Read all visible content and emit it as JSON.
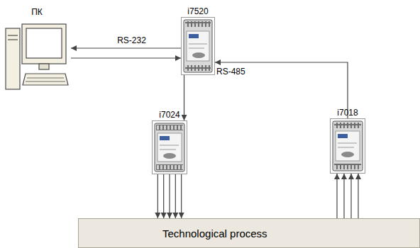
{
  "diagram": {
    "nodes": [
      {
        "text": [
          "ПК"
        ]
      },
      {
        "text": [
          "i7520"
        ]
      },
      {
        "text": [
          "i7024"
        ]
      },
      {
        "text": [
          "i7018"
        ]
      },
      {
        "text": [
          "Technological process"
        ]
      }
    ],
    "edges": [
      {
        "from": 1,
        "to": 0,
        "arrow": "to",
        "label": "RS-232"
      },
      {
        "from": 0,
        "to": 1,
        "arrow": "to"
      },
      {
        "from": 1,
        "to": 2,
        "arrow": "to"
      },
      {
        "from": 3,
        "to": 1,
        "arrow": "to"
      },
      {
        "from": 2,
        "to": 4,
        "arrow": "to"
      },
      {
        "from": 2,
        "to": 4,
        "arrow": "to"
      },
      {
        "from": 2,
        "to": 4,
        "arrow": "to"
      },
      {
        "from": 2,
        "to": 4,
        "arrow": "to"
      },
      {
        "from": 2,
        "to": 4,
        "arrow": "to"
      },
      {
        "from": 4,
        "to": 3,
        "arrow": "to"
      },
      {
        "from": 4,
        "to": 3,
        "arrow": "to"
      },
      {
        "from": 4,
        "to": 3,
        "arrow": "to"
      },
      {
        "from": 4,
        "to": 3,
        "arrow": "to"
      }
    ],
    "labels": [
      "RS-485"
    ]
  }
}
